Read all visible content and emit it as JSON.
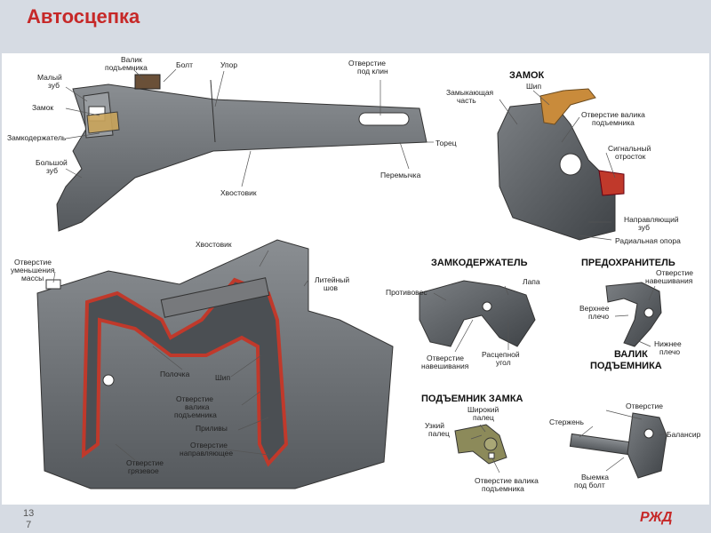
{
  "title": "Автосцепка",
  "page": {
    "line1": "13",
    "line2": "7"
  },
  "logo": "РЖД",
  "sections": {
    "lock": "ЗАМОК",
    "lock_holder": "ЗАМКОДЕРЖАТЕЛЬ",
    "safety": "ПРЕДОХРАНИТЕЛЬ",
    "roller_l1": "ВАЛИК",
    "roller_l2": "ПОДЪЕМНИКА",
    "lifter": "ПОДЪЕМНИК ЗАМКА"
  },
  "labels": {
    "roller_lifter_l1": "Валик",
    "roller_lifter_l2": "подъемника",
    "bolt": "Болт",
    "stop": "Упор",
    "wedge_hole_l1": "Отверстие",
    "wedge_hole_l2": "под клин",
    "small_tooth_l1": "Малый",
    "small_tooth_l2": "зуб",
    "lock": "Замок",
    "lock_holder": "Замкодержатель",
    "big_tooth_l1": "Большой",
    "big_tooth_l2": "зуб",
    "shank": "Хвостовик",
    "butt": "Торец",
    "bridge": "Перемычка",
    "locking_part_l1": "Замыкающая",
    "locking_part_l2": "часть",
    "spike": "Шип",
    "roller_hole_l1": "Отверстие валика",
    "roller_hole_l2": "подъемника",
    "signal_l1": "Сигнальный",
    "signal_l2": "отросток",
    "guide_tooth_l1": "Направляющий",
    "guide_tooth_l2": "зуб",
    "radial_support": "Радиальная опора",
    "shank2": "Хвостовик",
    "mass_hole_l1": "Отверстие",
    "mass_hole_l2": "уменьшения",
    "mass_hole_l3": "массы",
    "cast_seam_l1": "Литейный",
    "cast_seam_l2": "шов",
    "shelf": "Полочка",
    "spike2": "Шип",
    "roller_hole2_l1": "Отверстие",
    "roller_hole2_l2": "валика",
    "roller_hole2_l3": "подъемника",
    "tides": "Приливы",
    "guide_hole_l1": "Отверстие",
    "guide_hole_l2": "направляющее",
    "dirt_hole_l1": "Отверстие",
    "dirt_hole_l2": "грязевое",
    "counterweight": "Противовес",
    "paw": "Лапа",
    "hang_hole_l1": "Отверстие",
    "hang_hole_l2": "навешивания",
    "split_angle_l1": "Расцепной",
    "split_angle_l2": "угол",
    "hang_hole3_l1": "Отверстие",
    "hang_hole3_l2": "навешивания",
    "upper_arm_l1": "Верхнее",
    "upper_arm_l2": "плечо",
    "lower_arm_l1": "Нижнее",
    "lower_arm_l2": "плечо",
    "wide_finger_l1": "Широкий",
    "wide_finger_l2": "палец",
    "narrow_finger_l1": "Узкий",
    "narrow_finger_l2": "палец",
    "roller_hole3_l1": "Отверстие валика",
    "roller_hole3_l2": "подъемника",
    "hole": "Отверстие",
    "rod": "Стержень",
    "balancer": "Балансир",
    "bolt_notch_l1": "Выемка",
    "bolt_notch_l2": "под болт"
  },
  "colors": {
    "title": "#c62828",
    "steel": "#6b6f73",
    "cut": "#c0392b",
    "bronze": "#c98b3b",
    "bg": "#d6dbe3"
  }
}
